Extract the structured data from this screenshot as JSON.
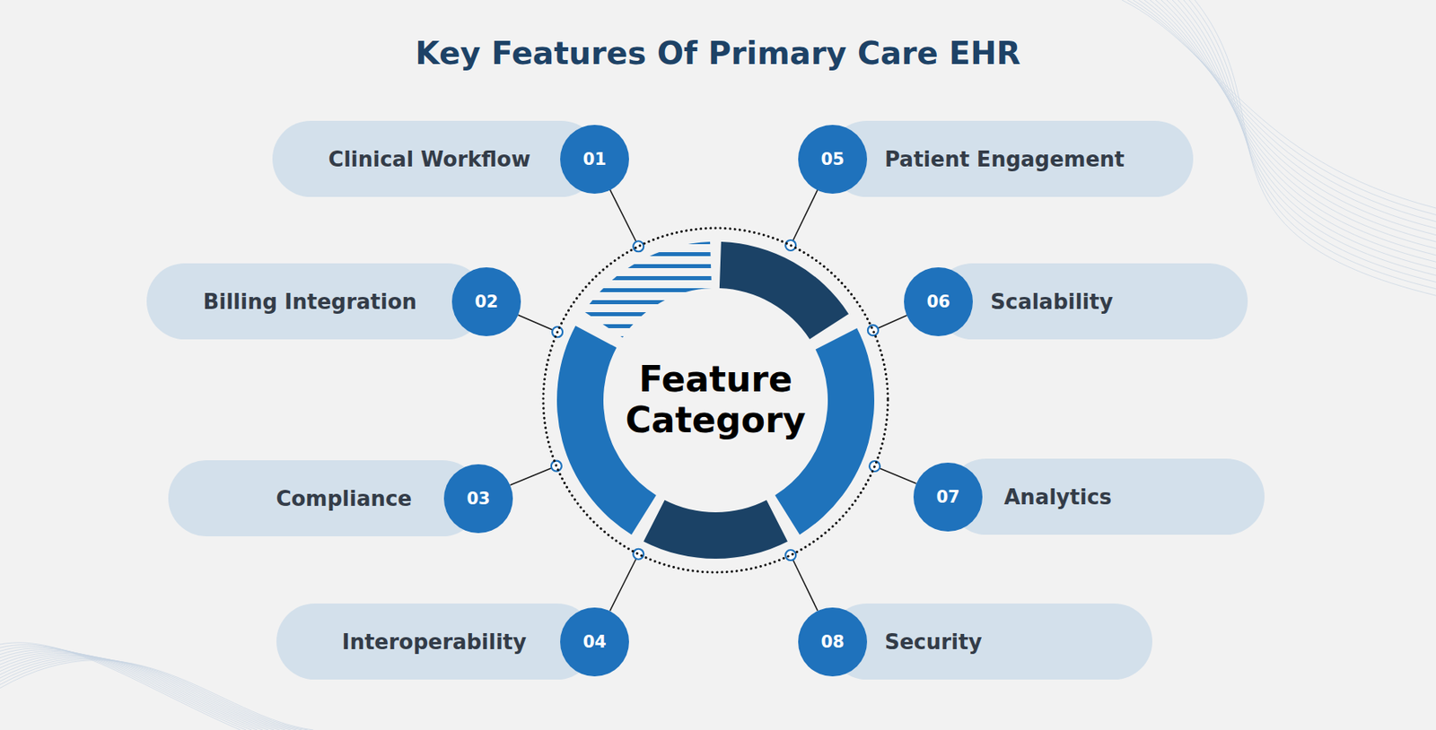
{
  "diagram": {
    "title": "Key Features Of Primary Care EHR",
    "nodes": [
      {
        "text": [
          "Feature Category"
        ]
      },
      {
        "text": [
          "Clinical Workflow"
        ]
      },
      {
        "text": [
          "01"
        ],
        "in": 1
      },
      {
        "text": [
          "Billing Integration"
        ]
      },
      {
        "text": [
          "02"
        ],
        "in": 3
      },
      {
        "text": [
          "Compliance"
        ]
      },
      {
        "text": [
          "03"
        ],
        "in": 5
      },
      {
        "text": [
          "Interoperability"
        ]
      },
      {
        "text": [
          "04"
        ],
        "in": 7
      },
      {
        "text": [
          "Patient Engagement"
        ]
      },
      {
        "text": [
          "05"
        ],
        "in": 9
      },
      {
        "text": [
          "Scalability"
        ]
      },
      {
        "text": [
          "06"
        ],
        "in": 11
      },
      {
        "text": [
          "Analytics"
        ]
      },
      {
        "text": [
          "07"
        ],
        "in": 13
      },
      {
        "text": [
          "Security"
        ]
      },
      {
        "text": [
          "08"
        ],
        "in": 15
      }
    ],
    "edges": [
      {
        "from": 2,
        "to": 0,
        "arrow": "none"
      },
      {
        "from": 4,
        "to": 0,
        "arrow": "none"
      },
      {
        "from": 6,
        "to": 0,
        "arrow": "none"
      },
      {
        "from": 8,
        "to": 0,
        "arrow": "none"
      },
      {
        "from": 10,
        "to": 0,
        "arrow": "none"
      },
      {
        "from": 12,
        "to": 0,
        "arrow": "none"
      },
      {
        "from": 14,
        "to": 0,
        "arrow": "none"
      },
      {
        "from": 16,
        "to": 0,
        "arrow": "none"
      }
    ]
  }
}
